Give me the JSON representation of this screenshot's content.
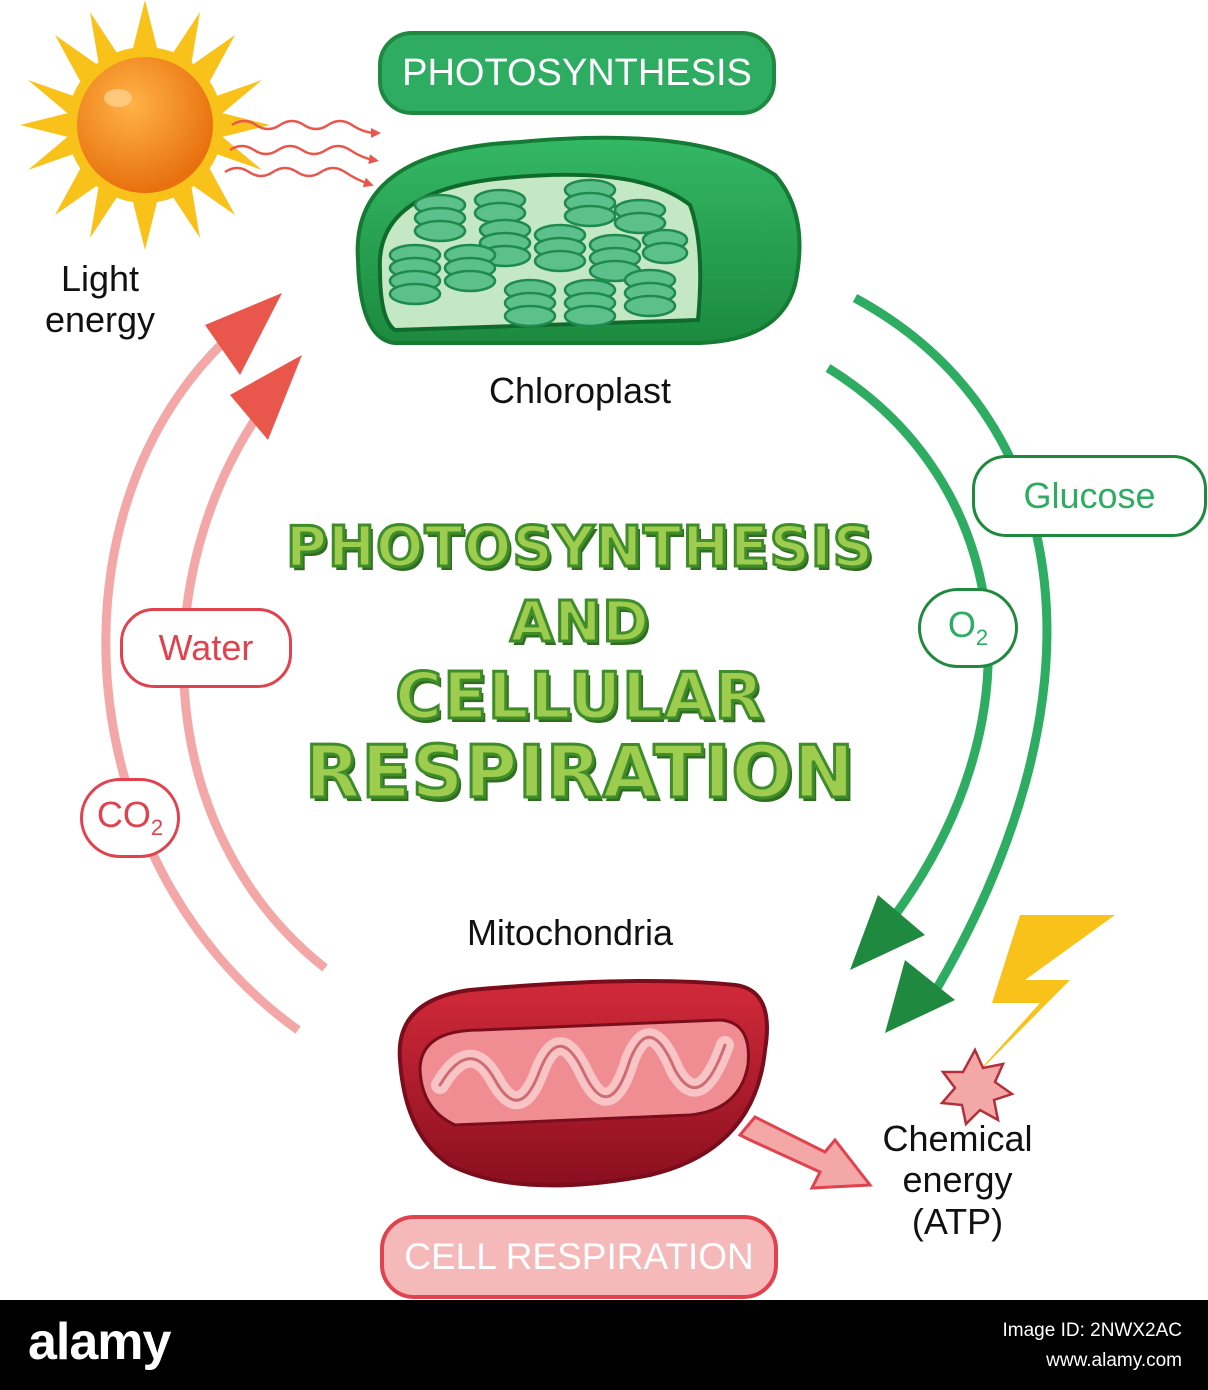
{
  "photosynthesis_label": "PHOTOSYNTHESIS",
  "light_energy": [
    "Light",
    "energy"
  ],
  "chloroplast": "Chloroplast",
  "title_lines": [
    "PHOTOSYNTHESIS",
    "AND",
    "CELLULAR",
    "RESPIRATION"
  ],
  "glucose": "Glucose",
  "o2": {
    "base": "O",
    "sub": "2"
  },
  "water": "Water",
  "co2": {
    "base": "CO",
    "sub": "2"
  },
  "mitochondria": "Mitochondria",
  "chemical_energy": [
    "Chemical",
    "energy",
    "(ATP)"
  ],
  "cell_respiration_label": "CELL RESPIRATION",
  "footer": {
    "logo": "alamy",
    "image_id": "Image ID: 2NWX2AC",
    "site": "www.alamy.com"
  },
  "colors": {
    "green": "#2dac62",
    "dark_green": "#1f8a3f",
    "red": "#e0424e",
    "pink": "#f4a7a7",
    "sun": "#f58a1f",
    "bolt": "#f9c21a"
  }
}
